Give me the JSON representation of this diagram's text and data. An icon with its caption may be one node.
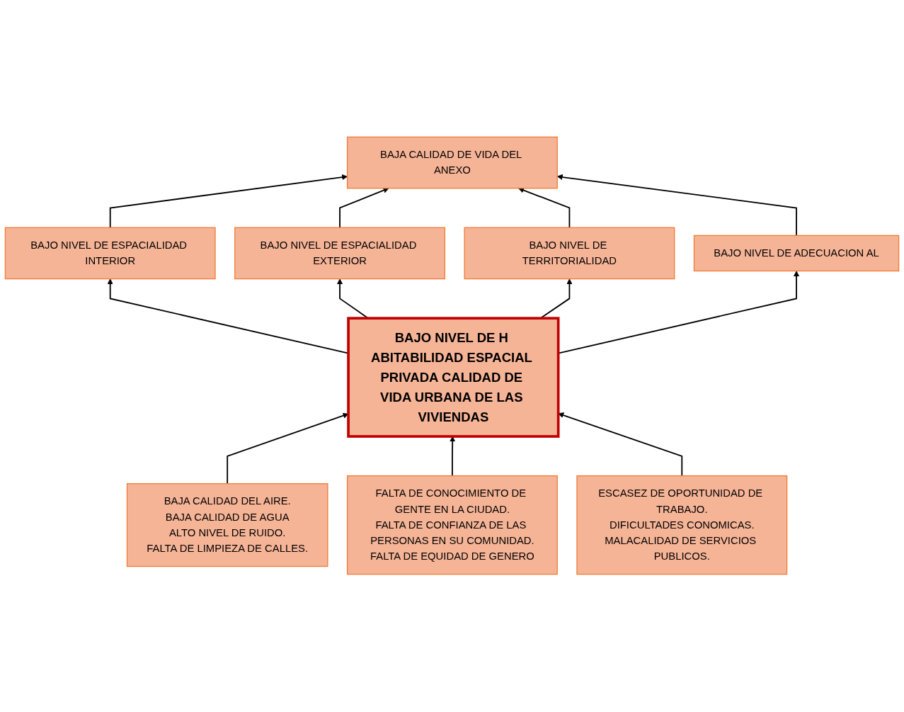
{
  "diagram": {
    "nodes": [
      {
        "text": [
          "BAJA CALIDAD DE VIDA DEL ANEXO"
        ]
      },
      {
        "text": [
          "BAJO NIVEL DE ESPACIALIDAD INTERIOR"
        ]
      },
      {
        "text": [
          "BAJO NIVEL DE ESPACIALIDAD EXTERIOR"
        ]
      },
      {
        "text": [
          "BAJO NIVEL DE TERRITORIALIDAD"
        ]
      },
      {
        "text": [
          "BAJO NIVEL DE ADECUACION AL"
        ]
      },
      {
        "text": [
          "BAJO NIVEL DE H ABITABILIDAD ESPACIAL PRIVADA CALIDAD DE VIDA URBANA DE LAS VIVIENDAS"
        ]
      },
      {
        "text": [
          "BAJA CALIDAD DEL AIRE.",
          "BAJA CALIDAD DE AGUA",
          "ALTO NIVEL DE RUIDO.",
          "FALTA DE LIMPIEZA DE CALLES."
        ]
      },
      {
        "text": [
          "FALTA DE CONOCIMIENTO DE GENTE EN LA CIUDAD.",
          "FALTA DE CONFIANZA DE LAS PERSONAS EN SU COMUNIDAD.",
          "FALTA DE EQUIDAD DE GENERO"
        ]
      },
      {
        "text": [
          "ESCASEZ DE OPORTUNIDAD DE TRABAJO.",
          "DIFICULTADES CONOMICAS.",
          "MALACALIDAD DE SERVICIOS PUBLICOS."
        ]
      }
    ],
    "edges": [
      {
        "from": 1,
        "to": 0,
        "arrow": "to"
      },
      {
        "from": 2,
        "to": 0,
        "arrow": "to"
      },
      {
        "from": 3,
        "to": 0,
        "arrow": "to"
      },
      {
        "from": 4,
        "to": 0,
        "arrow": "to"
      },
      {
        "from": 5,
        "to": 1,
        "arrow": "to"
      },
      {
        "from": 5,
        "to": 2,
        "arrow": "to"
      },
      {
        "from": 5,
        "to": 3,
        "arrow": "to"
      },
      {
        "from": 5,
        "to": 4,
        "arrow": "to"
      },
      {
        "from": 6,
        "to": 5,
        "arrow": "to"
      },
      {
        "from": 7,
        "to": 5,
        "arrow": "to"
      },
      {
        "from": 8,
        "to": 5,
        "arrow": "to"
      }
    ]
  }
}
